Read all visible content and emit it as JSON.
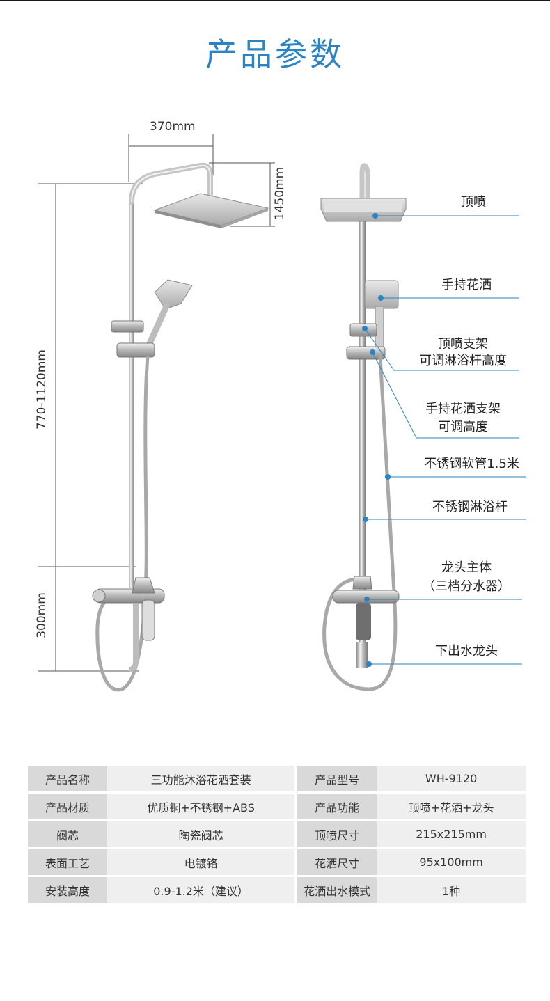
{
  "page_title": "产品参数",
  "dimensions": {
    "width": "370mm",
    "height_top": "1450mm",
    "height_adjust": "770-1120mm",
    "height_bottom": "300mm"
  },
  "parts": [
    "顶喷",
    "手持花洒",
    "顶喷支架",
    "可调淋浴杆高度",
    "手持花洒支架",
    "可调高度",
    "不锈钢软管1.5米",
    "不锈钢淋浴杆",
    "龙头主体",
    "（三档分水器）",
    "下出水龙头"
  ],
  "specs": [
    {
      "k1": "产品名称",
      "v1": "三功能沐浴花洒套装",
      "k2": "产品型号",
      "v2": "WH-9120"
    },
    {
      "k1": "产品材质",
      "v1": "优质铜+不锈钢+ABS",
      "k2": "产品功能",
      "v2": "顶喷+花洒+龙头"
    },
    {
      "k1": "阀芯",
      "v1": "陶瓷阀芯",
      "k2": "顶喷尺寸",
      "v2": "215x215mm"
    },
    {
      "k1": "表面工艺",
      "v1": "电镀铬",
      "k2": "花洒尺寸",
      "v2": "95x100mm"
    },
    {
      "k1": "安装高度",
      "v1": "0.9-1.2米（建议）",
      "k2": "花洒出水模式",
      "v2": "1种"
    }
  ],
  "colors": {
    "accent": "#2a83c2",
    "key_cell": "#d9d9d9",
    "value_cell": "#efefef"
  }
}
